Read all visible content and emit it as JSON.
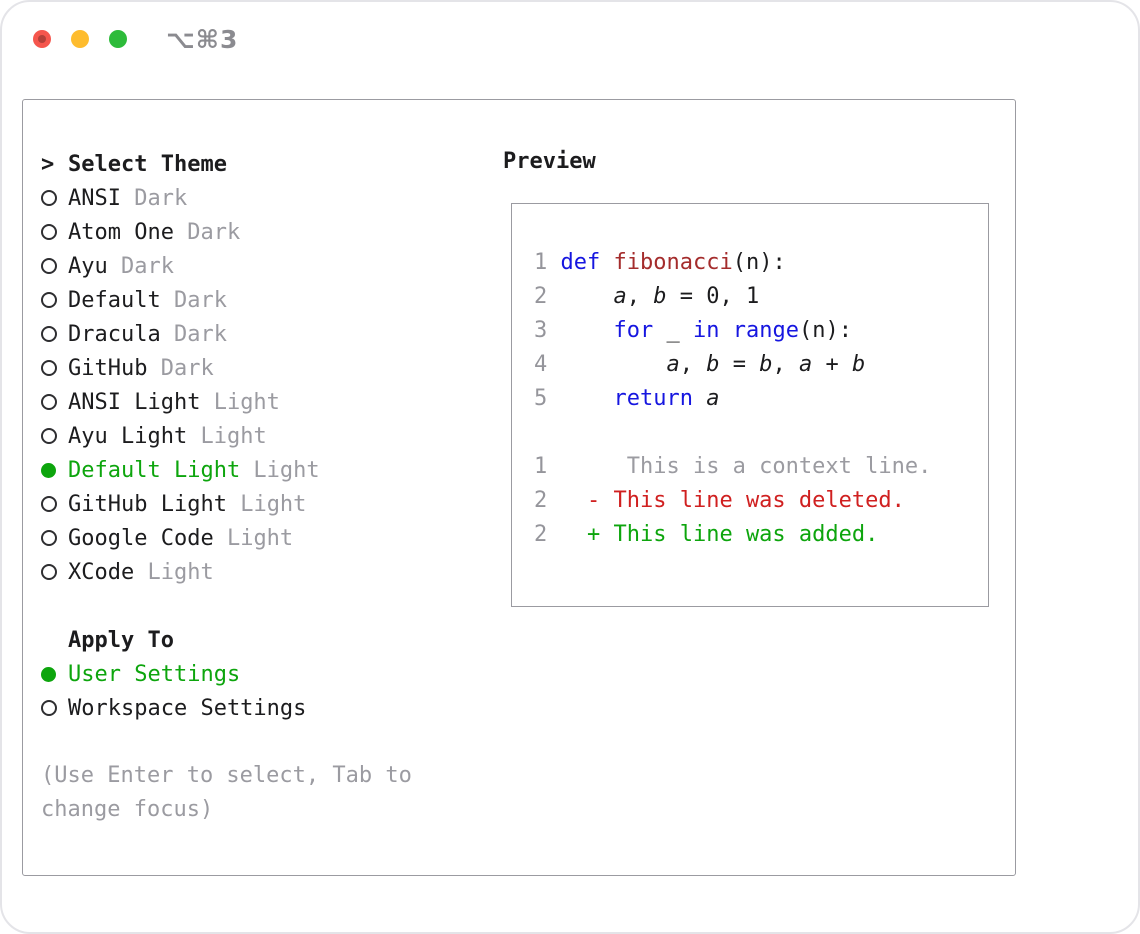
{
  "window": {
    "shortcut": "⌥⌘3"
  },
  "theme_selector": {
    "prompt": ">",
    "title": "Select Theme",
    "items": [
      {
        "name": "ANSI",
        "variant": "Dark",
        "selected": false
      },
      {
        "name": "Atom One",
        "variant": "Dark",
        "selected": false
      },
      {
        "name": "Ayu",
        "variant": "Dark",
        "selected": false
      },
      {
        "name": "Default",
        "variant": "Dark",
        "selected": false
      },
      {
        "name": "Dracula",
        "variant": "Dark",
        "selected": false
      },
      {
        "name": "GitHub",
        "variant": "Dark",
        "selected": false
      },
      {
        "name": "ANSI Light",
        "variant": "Light",
        "selected": false
      },
      {
        "name": "Ayu Light",
        "variant": "Light",
        "selected": false
      },
      {
        "name": "Default Light",
        "variant": "Light",
        "selected": true
      },
      {
        "name": "GitHub Light",
        "variant": "Light",
        "selected": false
      },
      {
        "name": "Google Code",
        "variant": "Light",
        "selected": false
      },
      {
        "name": "XCode",
        "variant": "Light",
        "selected": false
      }
    ]
  },
  "apply_to": {
    "title": "Apply To",
    "options": [
      {
        "label": "User Settings",
        "selected": true
      },
      {
        "label": "Workspace Settings",
        "selected": false
      }
    ]
  },
  "hint": "(Use Enter to select, Tab to change focus)",
  "preview": {
    "title": "Preview",
    "lines": [
      {
        "tokens": [
          {
            "t": "1 ",
            "c": "ln"
          },
          {
            "t": "def",
            "c": "kw"
          },
          {
            "t": " "
          },
          {
            "t": "fibonacci",
            "c": "fn"
          },
          {
            "t": "(n):"
          }
        ]
      },
      {
        "tokens": [
          {
            "t": "2 ",
            "c": "ln"
          },
          {
            "t": "    "
          },
          {
            "t": "a",
            "c": "it"
          },
          {
            "t": ", "
          },
          {
            "t": "b",
            "c": "it"
          },
          {
            "t": " = 0, 1"
          }
        ]
      },
      {
        "tokens": [
          {
            "t": "3 ",
            "c": "ln"
          },
          {
            "t": "    "
          },
          {
            "t": "for",
            "c": "kw"
          },
          {
            "t": " _ "
          },
          {
            "t": "in",
            "c": "kw"
          },
          {
            "t": " "
          },
          {
            "t": "range",
            "c": "kw"
          },
          {
            "t": "(n):"
          }
        ]
      },
      {
        "tokens": [
          {
            "t": "4 ",
            "c": "ln"
          },
          {
            "t": "        "
          },
          {
            "t": "a",
            "c": "it"
          },
          {
            "t": ", "
          },
          {
            "t": "b",
            "c": "it"
          },
          {
            "t": " = "
          },
          {
            "t": "b",
            "c": "it"
          },
          {
            "t": ", "
          },
          {
            "t": "a",
            "c": "it"
          },
          {
            "t": " + "
          },
          {
            "t": "b",
            "c": "it"
          }
        ]
      },
      {
        "tokens": [
          {
            "t": "5 ",
            "c": "ln"
          },
          {
            "t": "    "
          },
          {
            "t": "return",
            "c": "kw"
          },
          {
            "t": " "
          },
          {
            "t": "a",
            "c": "it"
          }
        ]
      },
      {
        "tokens": []
      },
      {
        "tokens": [
          {
            "t": "1",
            "c": "ln"
          },
          {
            "t": "      This is a context line.",
            "c": "ctx"
          }
        ]
      },
      {
        "tokens": [
          {
            "t": "2",
            "c": "ln"
          },
          {
            "t": "   "
          },
          {
            "t": "- This line was deleted.",
            "c": "del"
          }
        ]
      },
      {
        "tokens": [
          {
            "t": "2",
            "c": "ln"
          },
          {
            "t": "   "
          },
          {
            "t": "+ This line was added.",
            "c": "add"
          }
        ]
      }
    ]
  },
  "colors": {
    "text_black": "#1c1c1e",
    "accent_green": "#0da50d",
    "added_green": "#0da50d",
    "deleted_red": "#d02020",
    "keyword_blue": "#1616e0",
    "function_red": "#a42c2c",
    "muted_gray": "#9b9ba1",
    "line_number_gray": "#95959b",
    "border_gray": "#9b9ba1",
    "close_red": "#f5564d",
    "minimize_yellow": "#febc2e",
    "zoom_green": "#2dbb3a"
  }
}
